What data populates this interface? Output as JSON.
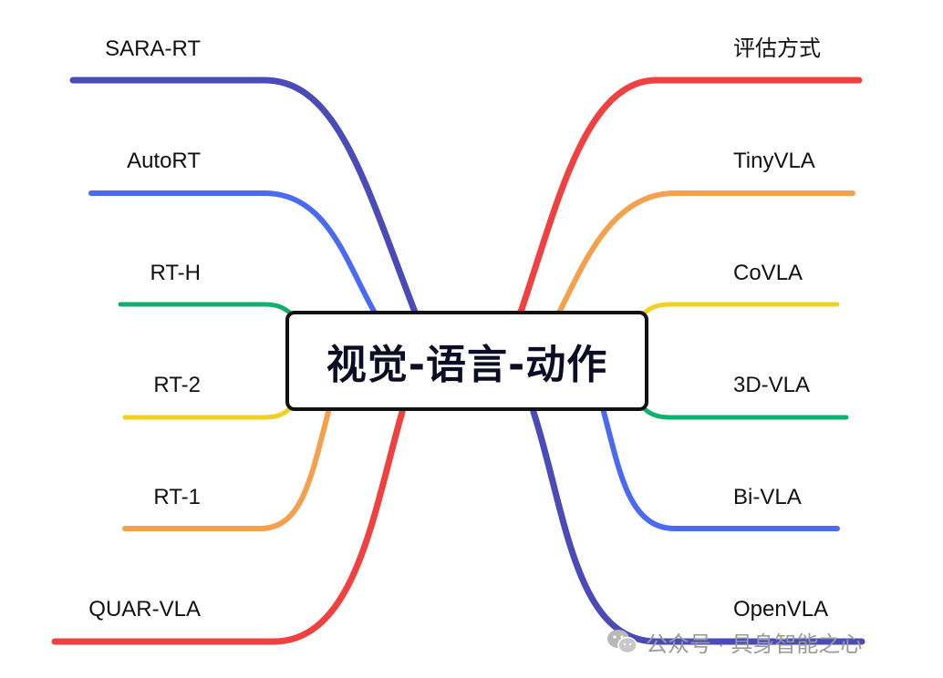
{
  "center": {
    "title": "视觉-语言-动作"
  },
  "colors": {
    "indigo": "#4a4ab8",
    "blue": "#4a6af0",
    "green": "#10b070",
    "yellow": "#f0d020",
    "orange": "#f5a04c",
    "red": "#f04040"
  },
  "left_branches": [
    {
      "label": "SARA-RT",
      "color": "#4a4ab8"
    },
    {
      "label": "AutoRT",
      "color": "#4a6af0"
    },
    {
      "label": "RT-H",
      "color": "#10b070"
    },
    {
      "label": "RT-2",
      "color": "#f0d020"
    },
    {
      "label": "RT-1",
      "color": "#f5a04c"
    },
    {
      "label": "QUAR-VLA",
      "color": "#f04040"
    }
  ],
  "right_branches": [
    {
      "label": "评估方式",
      "color": "#f04040"
    },
    {
      "label": "TinyVLA",
      "color": "#f5a04c"
    },
    {
      "label": "CoVLA",
      "color": "#f0d020"
    },
    {
      "label": "3D-VLA",
      "color": "#10b070"
    },
    {
      "label": "Bi-VLA",
      "color": "#4a6af0"
    },
    {
      "label": "OpenVLA",
      "color": "#4a4ab8"
    }
  ],
  "watermark": {
    "text": "公众号 · 具身智能之心",
    "icon": "wechat-icon"
  }
}
